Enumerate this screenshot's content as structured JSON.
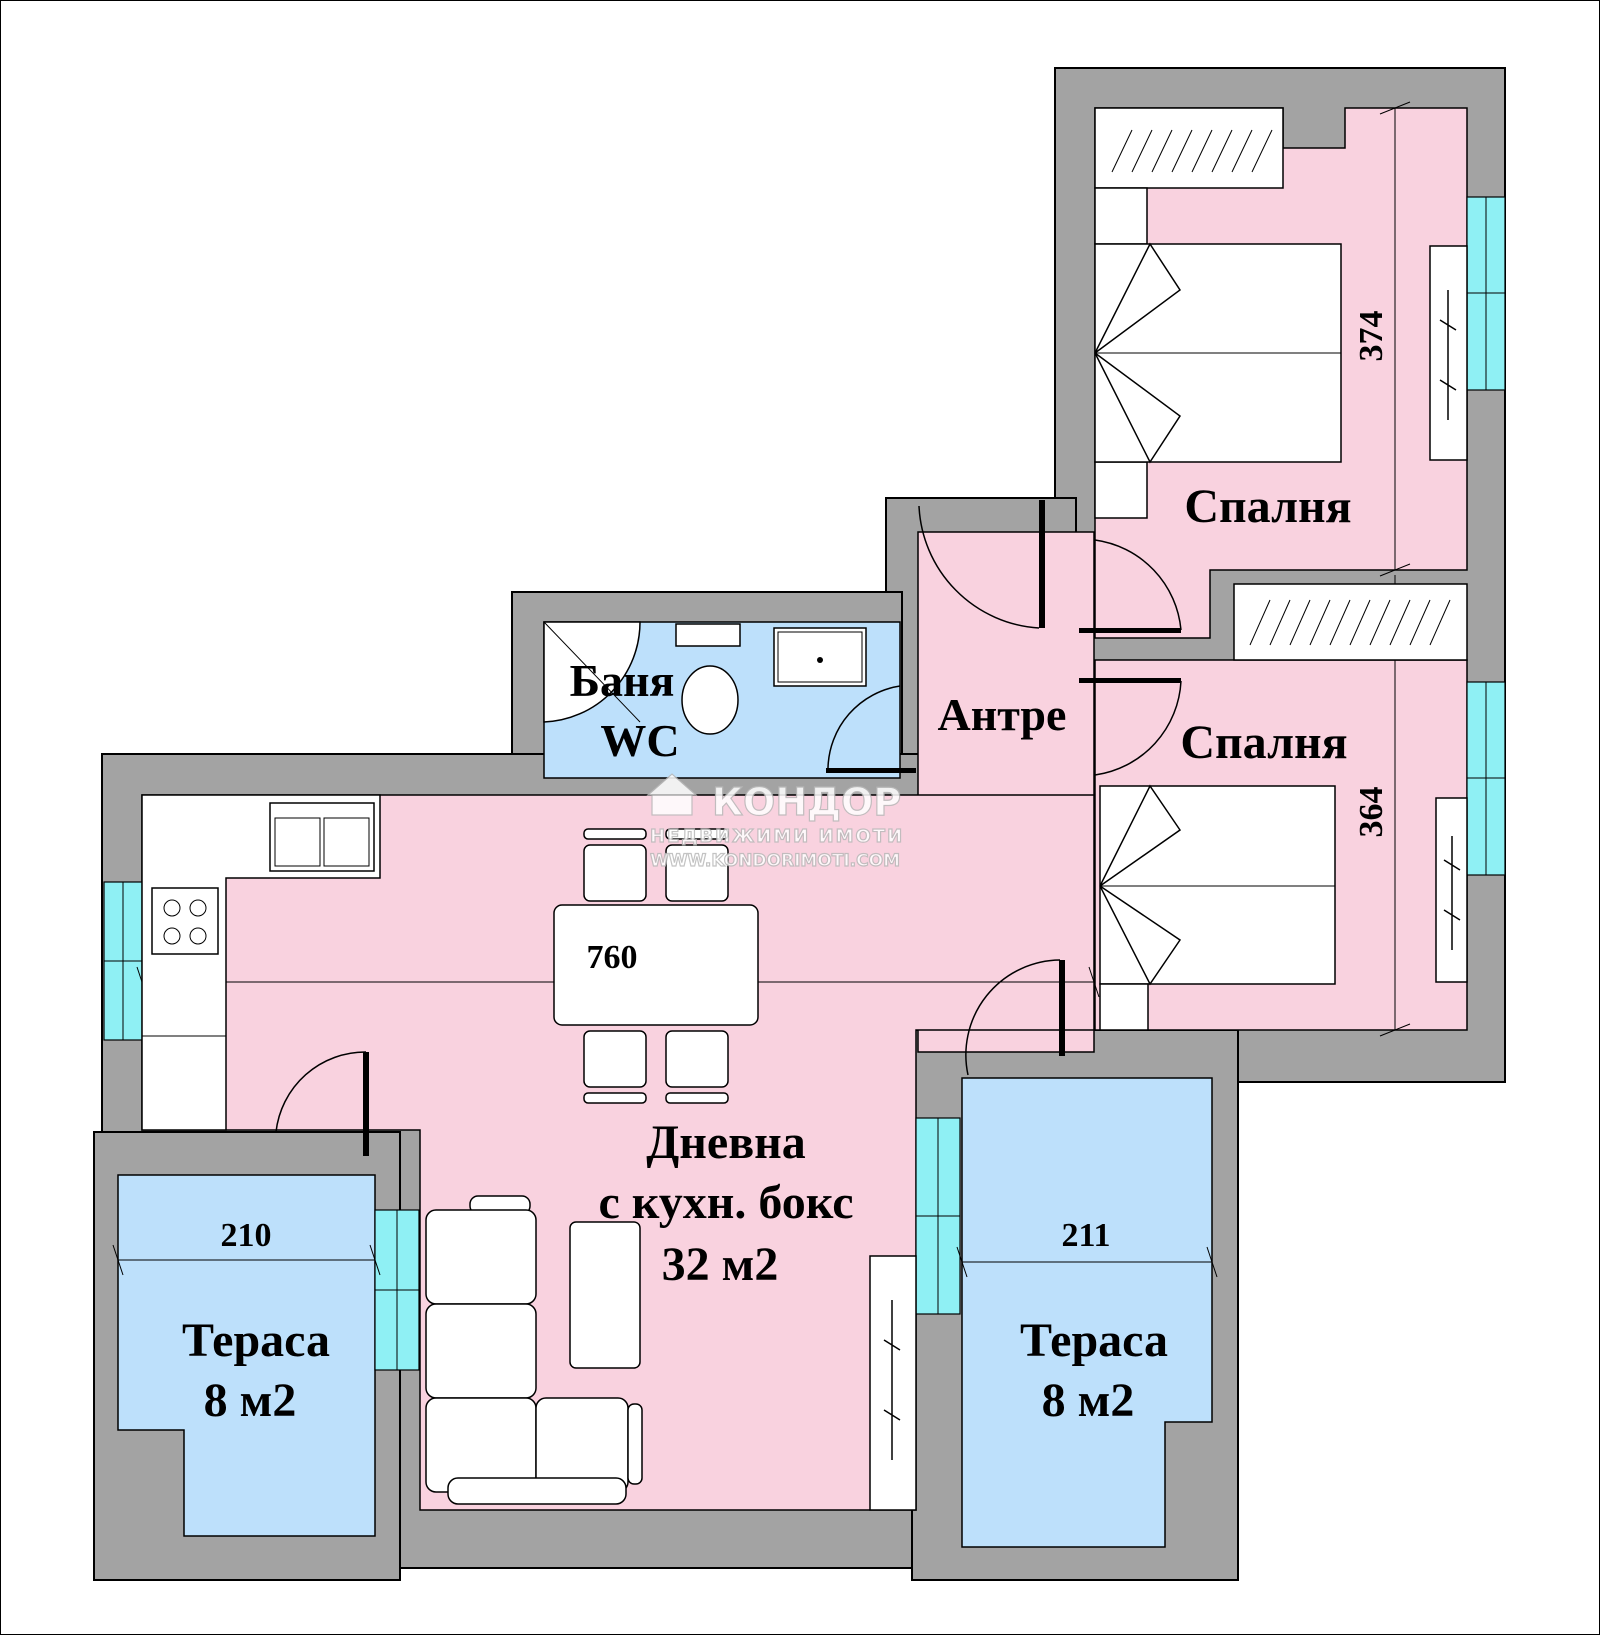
{
  "rooms": {
    "bathroom": {
      "line1": "Баня",
      "line2": "WC"
    },
    "entrance": "Антре",
    "bedroom_top": "Спалня",
    "bedroom_bottom": "Спалня",
    "living": {
      "line1": "Дневна",
      "line2": "с кухн. бокс",
      "line3": "32 м2"
    },
    "terrace_left": {
      "line1": "Тераса",
      "line2": "8 м2"
    },
    "terrace_right": {
      "line1": "Тераса",
      "line2": "8 м2"
    }
  },
  "dimensions": {
    "living_width": "760",
    "bedroom_top_depth": "374",
    "bedroom_bottom_depth": "364",
    "terrace_left_width": "210",
    "terrace_right_width": "211"
  },
  "watermark": {
    "brand": "КОНДОР",
    "subtitle": "НЕДВИЖИМИ ИМОТИ",
    "url": "WWW.KONDORIMOTI.COM"
  },
  "colors": {
    "room_fill": "#f9d2df",
    "terrace_fill": "#bde0fb",
    "wall_fill": "#a3a3a3",
    "window_fill": "#8ff0f4"
  }
}
